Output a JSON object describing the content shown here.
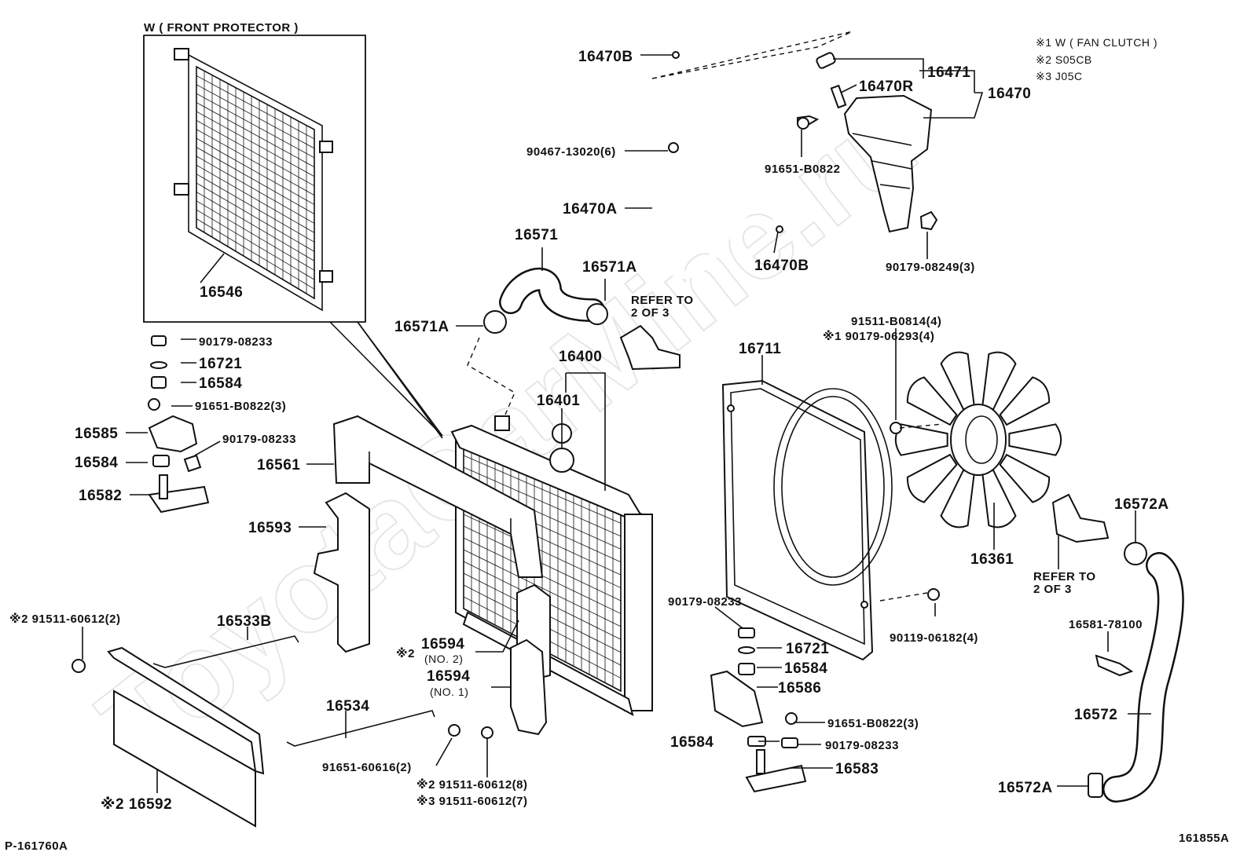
{
  "watermark": "ToyotaCarMine.ru",
  "inset": {
    "title": "W ( FRONT PROTECTOR )",
    "part": "16546"
  },
  "legend": {
    "line1": "※1 W ( FAN CLUTCH )",
    "line2": "※2 S05CB",
    "line3": "※3 J05C"
  },
  "codes": {
    "bottom_left": "P-161760A",
    "bottom_right": "161855A"
  },
  "refer_left": {
    "line1": "REFER TO",
    "line2": "2 OF 3"
  },
  "refer_right": {
    "line1": "REFER TO",
    "line2": "2 OF 3"
  },
  "labels": {
    "p16470B_top": "16470B",
    "p90467": "90467-13020(6)",
    "p16470A": "16470A",
    "p16470B_bot": "16470B",
    "p16470R": "16470R",
    "p16471": "16471",
    "p16470": "16470",
    "p91651_top": "91651-B0822",
    "p90179_08249": "90179-08249(3)",
    "p16571": "16571",
    "p16571A_r": "16571A",
    "p16571A_l": "16571A",
    "p90179_08233_a": "90179-08233",
    "p16721_a": "16721",
    "p16584_a": "16584",
    "p91651_b0822_3a": "91651-B0822(3)",
    "p16585": "16585",
    "p90179_08233_b": "90179-08233",
    "p16584_b": "16584",
    "p16582": "16582",
    "p16400": "16400",
    "p16401": "16401",
    "p16561": "16561",
    "p16593": "16593",
    "p16711": "16711",
    "p91511_b0814": "91511-B0814(4)",
    "p90179_06293": "※1 90179-06293(4)",
    "p16361": "16361",
    "p16572A_top": "16572A",
    "p90179_08233_c": "90179-08233",
    "p90119": "90119-06182(4)",
    "p16721_b": "16721",
    "p16584_c": "16584",
    "p16586": "16586",
    "p91651_b0822_3b": "91651-B0822(3)",
    "p16584_d": "16584",
    "p90179_08233_d": "90179-08233",
    "p16583": "16583",
    "p16581": "16581-78100",
    "p16572": "16572",
    "p16572A_bot": "16572A",
    "p91511_60612_2": "※2 91511-60612(2)",
    "p16533B": "16533B",
    "p16594_no2": "16594",
    "p16594_no2_prefix": "※2",
    "p16594_no2_sub": "(NO. 2)",
    "p16594_no1": "16594",
    "p16594_no1_sub": "(NO. 1)",
    "p16534": "16534",
    "p91651_60616": "91651-60616(2)",
    "p91511_60612_8": "※2 91511-60612(8)",
    "p91511_60612_7": "※3 91511-60612(7)",
    "p16592": "※2 16592"
  }
}
